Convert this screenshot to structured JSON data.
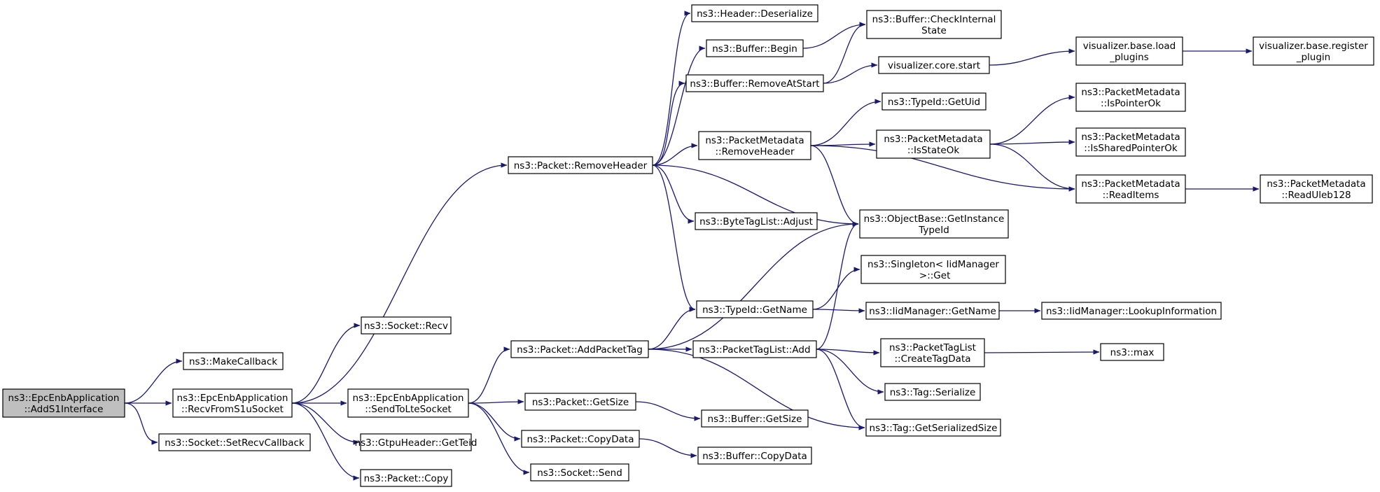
{
  "diagram": {
    "type": "call-graph",
    "edge_color": "#191970",
    "root_fill": "#bfbfbf",
    "node_fill": "#ffffff",
    "nodes": [
      {
        "id": "addS1",
        "lines": [
          "ns3::EpcEnbApplication",
          "::AddS1Interface"
        ],
        "root": true
      },
      {
        "id": "makeCallback",
        "lines": [
          "ns3::MakeCallback"
        ]
      },
      {
        "id": "recvS1u",
        "lines": [
          "ns3::EpcEnbApplication",
          "::RecvFromS1uSocket"
        ]
      },
      {
        "id": "setRecvCb",
        "lines": [
          "ns3::Socket::SetRecvCallback"
        ]
      },
      {
        "id": "socketRecv",
        "lines": [
          "ns3::Socket::Recv"
        ]
      },
      {
        "id": "sendLte",
        "lines": [
          "ns3::EpcEnbApplication",
          "::SendToLteSocket"
        ]
      },
      {
        "id": "gtpuTeid",
        "lines": [
          "ns3::GtpuHeader::GetTeid"
        ]
      },
      {
        "id": "packetCopy",
        "lines": [
          "ns3::Packet::Copy"
        ]
      },
      {
        "id": "removeHeader",
        "lines": [
          "ns3::Packet::RemoveHeader"
        ]
      },
      {
        "id": "addPacketTag",
        "lines": [
          "ns3::Packet::AddPacketTag"
        ]
      },
      {
        "id": "pktGetSize",
        "lines": [
          "ns3::Packet::GetSize"
        ]
      },
      {
        "id": "pktCopyData",
        "lines": [
          "ns3::Packet::CopyData"
        ]
      },
      {
        "id": "socketSend",
        "lines": [
          "ns3::Socket::Send"
        ]
      },
      {
        "id": "hdrDeserialize",
        "lines": [
          "ns3::Header::Deserialize"
        ]
      },
      {
        "id": "bufBegin",
        "lines": [
          "ns3::Buffer::Begin"
        ]
      },
      {
        "id": "bufRemoveAtStart",
        "lines": [
          "ns3::Buffer::RemoveAtStart"
        ]
      },
      {
        "id": "pmRemoveHeader",
        "lines": [
          "ns3::PacketMetadata",
          "::RemoveHeader"
        ]
      },
      {
        "id": "btlAdjust",
        "lines": [
          "ns3::ByteTagList::Adjust"
        ]
      },
      {
        "id": "typeIdGetName",
        "lines": [
          "ns3::TypeId::GetName"
        ]
      },
      {
        "id": "ptlAdd",
        "lines": [
          "ns3::PacketTagList::Add"
        ]
      },
      {
        "id": "bufGetSize",
        "lines": [
          "ns3::Buffer::GetSize"
        ]
      },
      {
        "id": "bufCopyData",
        "lines": [
          "ns3::Buffer::CopyData"
        ]
      },
      {
        "id": "bufCheck",
        "lines": [
          "ns3::Buffer::CheckInternal",
          "State"
        ]
      },
      {
        "id": "vizCoreStart",
        "lines": [
          "visualizer.core.start"
        ]
      },
      {
        "id": "typeIdGetUid",
        "lines": [
          "ns3::TypeId::GetUid"
        ]
      },
      {
        "id": "pmIsStateOk",
        "lines": [
          "ns3::PacketMetadata",
          "::IsStateOk"
        ]
      },
      {
        "id": "objBaseGetInst",
        "lines": [
          "ns3::ObjectBase::GetInstance",
          "TypeId"
        ]
      },
      {
        "id": "singletonGet",
        "lines": [
          "ns3::Singleton< IidManager",
          " >::Get"
        ]
      },
      {
        "id": "iidGetName",
        "lines": [
          "ns3::IidManager::GetName"
        ]
      },
      {
        "id": "ptlCreateTag",
        "lines": [
          "ns3::PacketTagList",
          "::CreateTagData"
        ]
      },
      {
        "id": "tagSerialize",
        "lines": [
          "ns3::Tag::Serialize"
        ]
      },
      {
        "id": "tagGetSerSize",
        "lines": [
          "ns3::Tag::GetSerializedSize"
        ]
      },
      {
        "id": "vizLoadPlugins",
        "lines": [
          "visualizer.base.load",
          "_plugins"
        ]
      },
      {
        "id": "pmIsPointerOk",
        "lines": [
          "ns3::PacketMetadata",
          "::IsPointerOk"
        ]
      },
      {
        "id": "pmIsSharedPtrOk",
        "lines": [
          "ns3::PacketMetadata",
          "::IsSharedPointerOk"
        ]
      },
      {
        "id": "pmReadItems",
        "lines": [
          "ns3::PacketMetadata",
          "::ReadItems"
        ]
      },
      {
        "id": "iidLookup",
        "lines": [
          "ns3::IidManager::LookupInformation"
        ]
      },
      {
        "id": "ns3max",
        "lines": [
          "ns3::max"
        ]
      },
      {
        "id": "vizRegisterPlugin",
        "lines": [
          "visualizer.base.register",
          "_plugin"
        ]
      },
      {
        "id": "pmReadUleb",
        "lines": [
          "ns3::PacketMetadata",
          "::ReadUleb128"
        ]
      }
    ],
    "edges": [
      [
        "addS1",
        "makeCallback"
      ],
      [
        "addS1",
        "recvS1u"
      ],
      [
        "addS1",
        "setRecvCb"
      ],
      [
        "recvS1u",
        "socketRecv"
      ],
      [
        "recvS1u",
        "removeHeader"
      ],
      [
        "recvS1u",
        "sendLte"
      ],
      [
        "recvS1u",
        "gtpuTeid"
      ],
      [
        "recvS1u",
        "packetCopy"
      ],
      [
        "sendLte",
        "addPacketTag"
      ],
      [
        "sendLte",
        "pktGetSize"
      ],
      [
        "sendLte",
        "pktCopyData"
      ],
      [
        "sendLte",
        "socketSend"
      ],
      [
        "removeHeader",
        "hdrDeserialize"
      ],
      [
        "removeHeader",
        "bufBegin"
      ],
      [
        "removeHeader",
        "bufRemoveAtStart"
      ],
      [
        "removeHeader",
        "pmRemoveHeader"
      ],
      [
        "removeHeader",
        "btlAdjust"
      ],
      [
        "removeHeader",
        "objBaseGetInst"
      ],
      [
        "removeHeader",
        "typeIdGetName"
      ],
      [
        "addPacketTag",
        "objBaseGetInst"
      ],
      [
        "addPacketTag",
        "typeIdGetName"
      ],
      [
        "addPacketTag",
        "ptlAdd"
      ],
      [
        "addPacketTag",
        "tagGetSerSize"
      ],
      [
        "pktGetSize",
        "bufGetSize"
      ],
      [
        "pktCopyData",
        "bufCopyData"
      ],
      [
        "bufBegin",
        "bufCheck"
      ],
      [
        "bufRemoveAtStart",
        "bufCheck"
      ],
      [
        "bufRemoveAtStart",
        "vizCoreStart"
      ],
      [
        "pmRemoveHeader",
        "typeIdGetUid"
      ],
      [
        "pmRemoveHeader",
        "pmIsStateOk"
      ],
      [
        "pmRemoveHeader",
        "objBaseGetInst"
      ],
      [
        "pmRemoveHeader",
        "pmReadItems"
      ],
      [
        "typeIdGetName",
        "singletonGet"
      ],
      [
        "typeIdGetName",
        "iidGetName"
      ],
      [
        "ptlAdd",
        "objBaseGetInst"
      ],
      [
        "ptlAdd",
        "ptlCreateTag"
      ],
      [
        "ptlAdd",
        "tagSerialize"
      ],
      [
        "ptlAdd",
        "tagGetSerSize"
      ],
      [
        "vizCoreStart",
        "vizLoadPlugins"
      ],
      [
        "vizLoadPlugins",
        "vizRegisterPlugin"
      ],
      [
        "pmIsStateOk",
        "pmIsPointerOk"
      ],
      [
        "pmIsStateOk",
        "pmIsSharedPtrOk"
      ],
      [
        "pmIsStateOk",
        "pmReadItems"
      ],
      [
        "pmReadItems",
        "pmReadUleb"
      ],
      [
        "iidGetName",
        "iidLookup"
      ],
      [
        "ptlCreateTag",
        "ns3max"
      ]
    ]
  }
}
